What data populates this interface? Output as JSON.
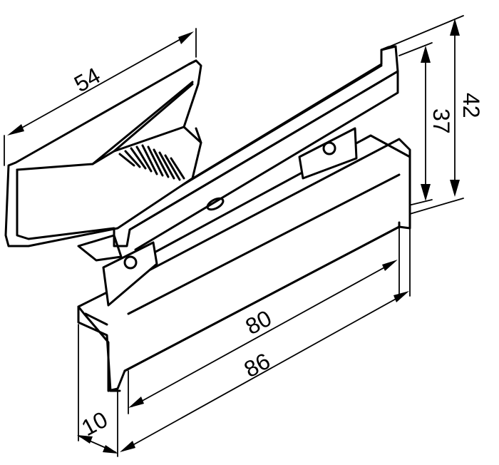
{
  "drawing": {
    "dimensions": {
      "width_top": "54",
      "height_inner": "37",
      "height_outer": "42",
      "length_inner": "80",
      "length_outer": "86",
      "depth": "10"
    }
  }
}
